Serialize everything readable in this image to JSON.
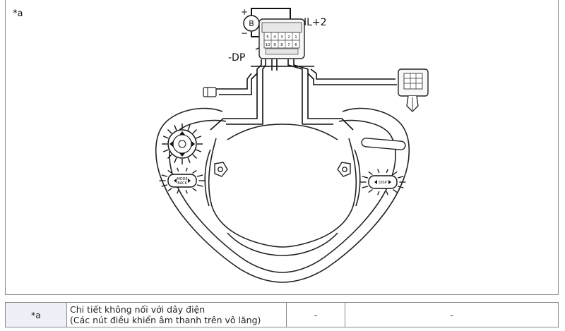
{
  "figure": {
    "callout_label": "*a",
    "battery_label": "B",
    "plus_sign": "+",
    "minus_sign": "−",
    "label_il2": "IL+2",
    "label_dp": "-DP",
    "connector_pins": [
      "5",
      "4",
      "3",
      "2",
      "1",
      "10",
      "9",
      "8",
      "7",
      "6"
    ],
    "button_labels": [
      "MODE",
      "BACK",
      "DISP"
    ]
  },
  "legend": {
    "rows": [
      {
        "key": "*a",
        "description_line1": "Chi tiết không nối với dây điện",
        "description_line2": "(Các nút điều khiển âm thanh trên vô lăng)",
        "col3": "-",
        "col4": "-"
      }
    ]
  }
}
